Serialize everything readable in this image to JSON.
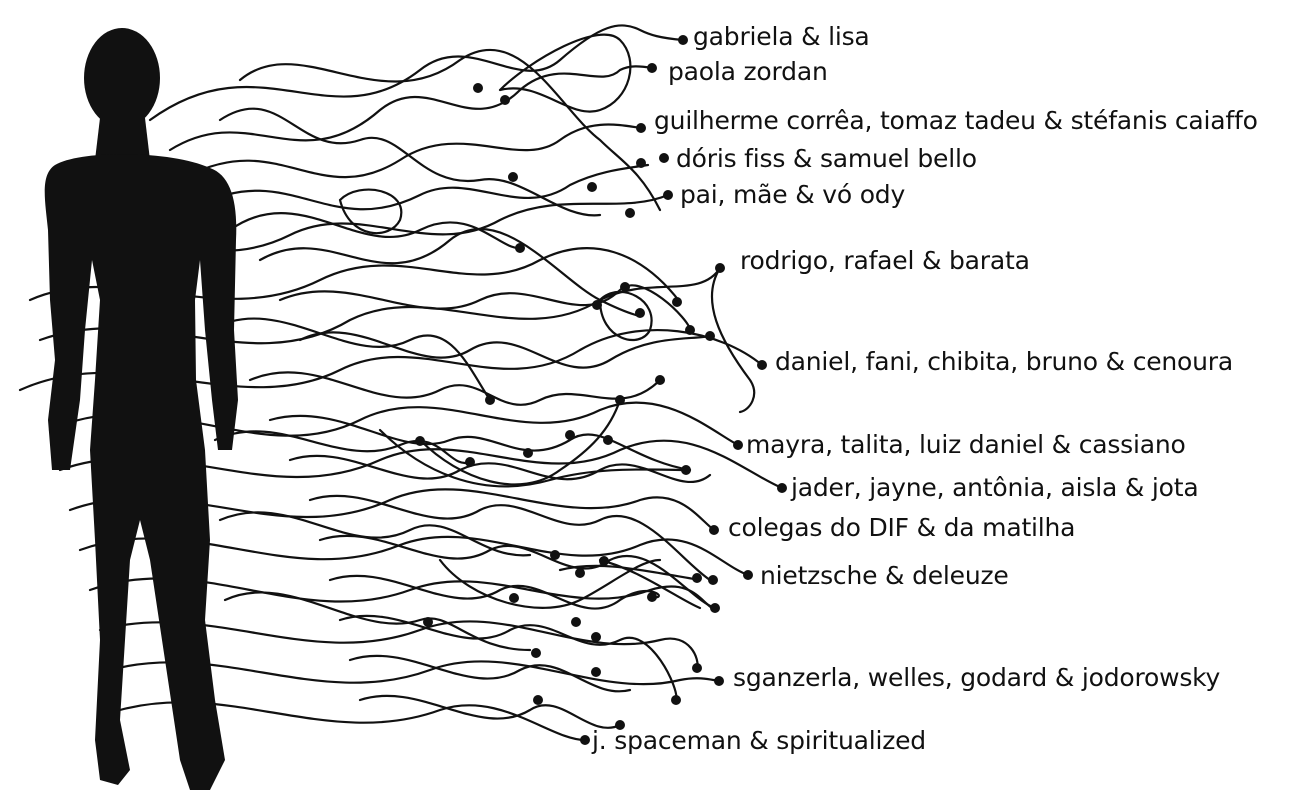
{
  "labels": [
    "gabriela & lisa",
    "paola zordan",
    "guilherme corrêa, tomaz tadeu & stéfanis caiaffo",
    "dóris fiss & samuel bello",
    "pai, mãe & vó ody",
    "rodrigo, rafael & barata",
    "daniel, fani, chibita, bruno & cenoura",
    "mayra, talita, luiz daniel & cassiano",
    "jader, jayne, antônia, aisla & jota",
    "colegas do DIF & da matilha",
    "nietzsche & deleuze",
    "sganzerla, welles, godard & jodorowsky",
    "j. spaceman & spiritualized"
  ],
  "colors": {
    "ink": "#111111",
    "background": "#ffffff"
  },
  "icons": {
    "figure": "human-silhouette-icon",
    "endpoint": "dot-icon"
  }
}
